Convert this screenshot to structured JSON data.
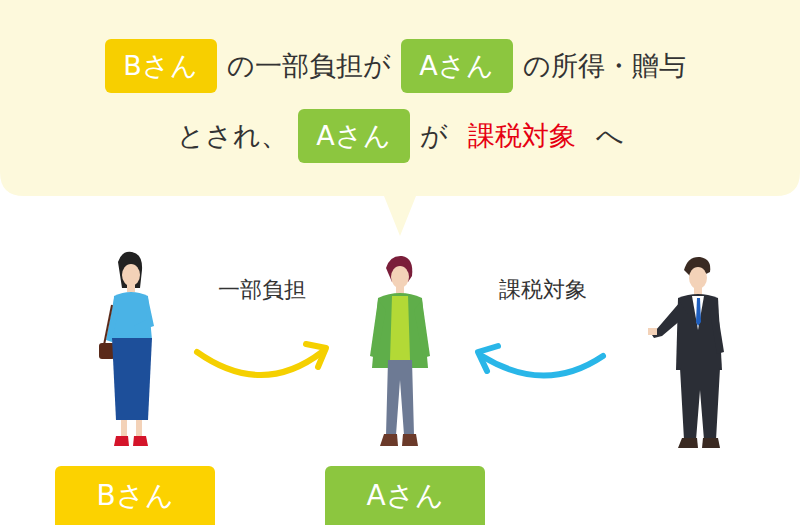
{
  "diagram": {
    "nodes": [
      {
        "text": [
          "の一部負担が",
          "の所得・贈与",
          "とされ、",
          "が",
          "課税対象",
          "へ"
        ]
      },
      {
        "text": [
          "Bさん"
        ],
        "in": 0
      },
      {
        "text": [
          "Aさん"
        ],
        "in": 0
      },
      {
        "text": [
          "Aさん"
        ],
        "in": 0
      },
      {
        "text": [
          "Bさん"
        ]
      },
      {
        "text": [
          "Aさん"
        ]
      }
    ],
    "labels": [
      "一部負担",
      "課税対象"
    ]
  }
}
